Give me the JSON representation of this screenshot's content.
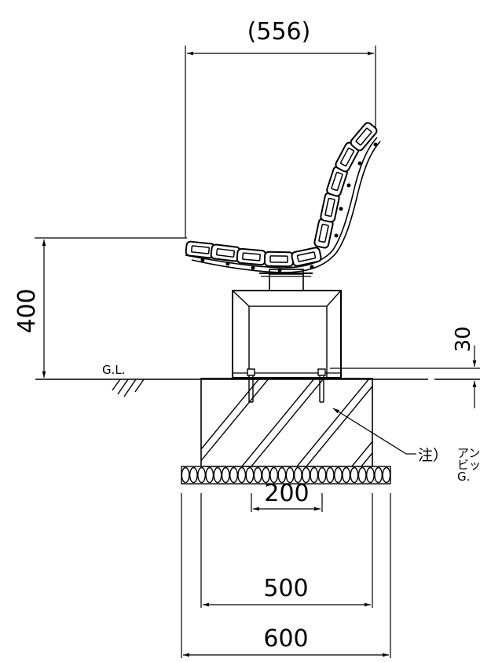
{
  "dimensions": {
    "seat_depth": "(556)",
    "seat_height": "400",
    "embed_depth": "30",
    "bolt_spacing": "200",
    "footing_width": "500",
    "gravel_width": "600"
  },
  "labels": {
    "ground_level": "G.L.",
    "note_mark": "注）",
    "note_line1": "アン",
    "note_line2": "ビッ",
    "note_line3": "G."
  },
  "colors": {
    "line": "#000000",
    "background": "#ffffff"
  }
}
